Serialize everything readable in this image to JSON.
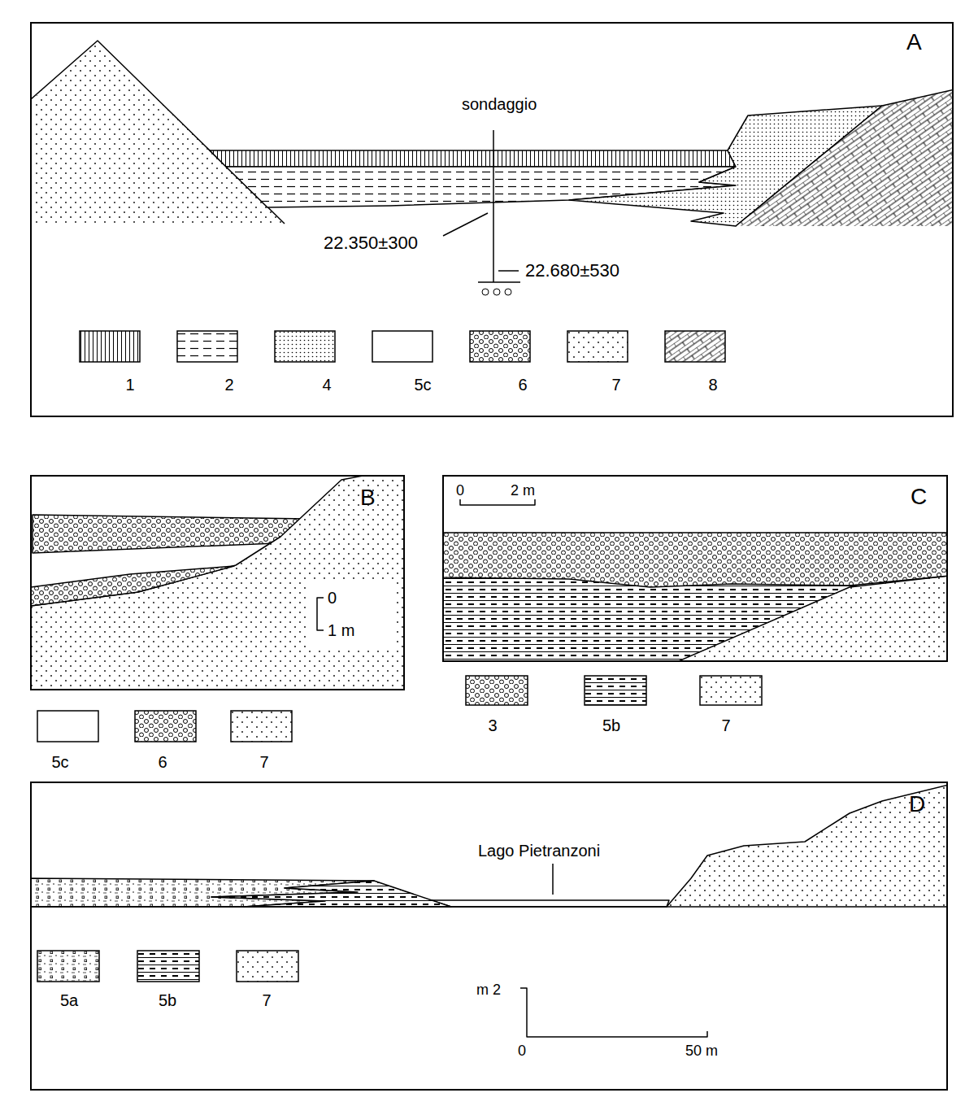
{
  "diagram": {
    "labels": [
      "A",
      "sondaggio",
      "22.350±300",
      "22.680±530",
      "B",
      "0",
      "1 m",
      "C",
      "0",
      "2 m",
      "D",
      "Lago Pietranzoni",
      "m 2",
      "0",
      "50 m"
    ],
    "legend": [
      {
        "text": "1"
      },
      {
        "text": "2"
      },
      {
        "text": "4"
      },
      {
        "text": "5c"
      },
      {
        "text": "6"
      },
      {
        "text": "7"
      },
      {
        "text": "8"
      },
      {
        "text": "5c"
      },
      {
        "text": "6"
      },
      {
        "text": "7"
      },
      {
        "text": "3"
      },
      {
        "text": "5b"
      },
      {
        "text": "7"
      },
      {
        "text": "5a"
      },
      {
        "text": "5b"
      },
      {
        "text": "7"
      }
    ]
  }
}
